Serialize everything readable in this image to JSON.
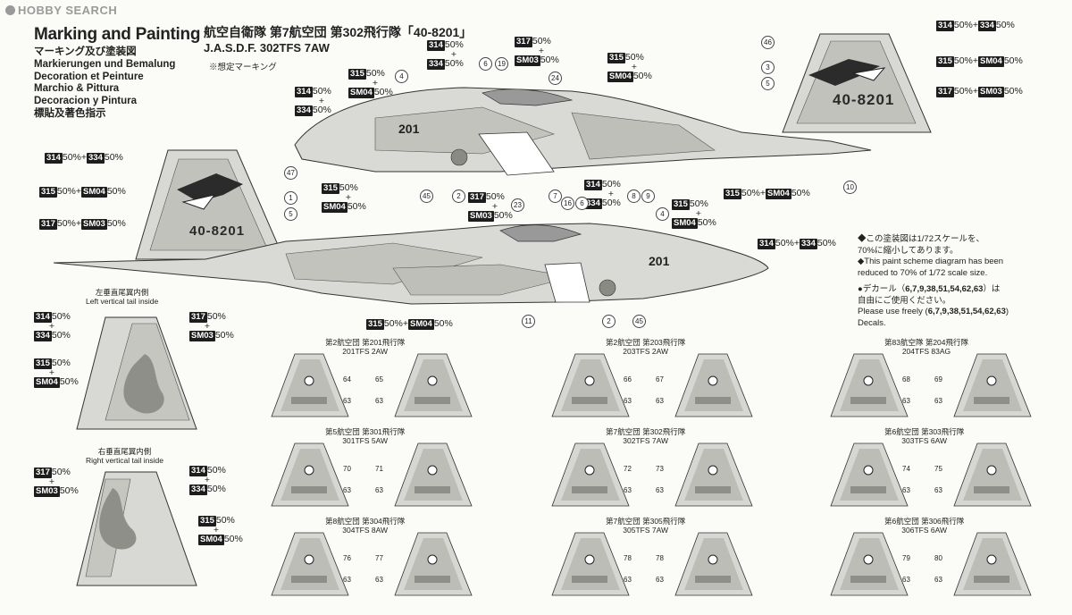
{
  "watermark": "HOBBY SEARCH",
  "title": "Marking and Painting",
  "languages": [
    "マーキング及び塗装図",
    "Markierungen und Bemalung",
    "Decoration et Peinture",
    "Marchio & Pittura",
    "Decoracion y Pintura",
    "標貼及著色指示"
  ],
  "heading_jp": "航空自衛隊 第7航空団 第302飛行隊「40-8201」",
  "heading_en": "J.A.S.D.F. 302TFS 7AW",
  "note": "※想定マーキング",
  "color_codes": {
    "c314": "314",
    "c334": "334",
    "c315": "315",
    "cSM04": "SM04",
    "c317": "317",
    "cSM03": "SM03",
    "pct": "50%",
    "plus": "+"
  },
  "serial": "40-8201",
  "nose_number": "201",
  "tail_insides": [
    {
      "caption_jp": "左垂直尾翼内側",
      "caption_en": "Left vertical tail inside"
    },
    {
      "caption_jp": "右垂直尾翼内側",
      "caption_en": "Right vertical tail inside"
    }
  ],
  "units": [
    {
      "jp": "第2航空団 第201飛行隊",
      "en": "201TFS 2AW",
      "left_decal": "64",
      "right_decal": "65",
      "number_decal": "63"
    },
    {
      "jp": "第2航空団 第203飛行隊",
      "en": "203TFS 2AW",
      "left_decal": "66",
      "right_decal": "67",
      "number_decal": "63"
    },
    {
      "jp": "第83航空隊 第204飛行隊",
      "en": "204TFS 83AG",
      "left_decal": "68",
      "right_decal": "69",
      "number_decal": "63"
    },
    {
      "jp": "第5航空団 第301飛行隊",
      "en": "301TFS 5AW",
      "left_decal": "70",
      "right_decal": "71",
      "number_decal": "63"
    },
    {
      "jp": "第7航空団 第302飛行隊",
      "en": "302TFS 7AW",
      "left_decal": "72",
      "right_decal": "73",
      "number_decal": "63"
    },
    {
      "jp": "第6航空団 第303飛行隊",
      "en": "303TFS 6AW",
      "left_decal": "74",
      "right_decal": "75",
      "number_decal": "63"
    },
    {
      "jp": "第8航空団 第304飛行隊",
      "en": "304TFS 8AW",
      "left_decal": "76",
      "right_decal": "77",
      "number_decal": "63"
    },
    {
      "jp": "第7航空団 第305飛行隊",
      "en": "305TFS 7AW",
      "left_decal": "78",
      "right_decal": "78",
      "number_decal": "63"
    },
    {
      "jp": "第6航空団 第306飛行隊",
      "en": "306TFS 6AW",
      "left_decal": "79",
      "right_decal": "80",
      "number_decal": "63"
    }
  ],
  "info": {
    "jp1": "◆この塗装図は1/72スケールを、",
    "jp2": "70%に縮小してあります。",
    "en1": "◆This paint scheme diagram has been",
    "en2": "reduced to 70% of 1/72 scale size.",
    "decal_jp_a": "●デカール（",
    "decal_nums": "6,7,9,38,51,54,62,63",
    "decal_jp_b": "）は",
    "decal_jp2": "自由にご使用ください。",
    "decal_en_a": "Please use freely (",
    "decal_en_b": ")",
    "decal_en2": "Decals."
  },
  "callouts": [
    "46",
    "3",
    "5",
    "47",
    "1",
    "10",
    "45",
    "2",
    "7",
    "8",
    "9",
    "6",
    "19",
    "24",
    "4",
    "11",
    "16",
    "23"
  ],
  "colors": {
    "light_gray": "#d6d6d2",
    "mid_gray": "#bdbdb8",
    "dark_gray": "#8f8f8a",
    "line": "#333333"
  }
}
